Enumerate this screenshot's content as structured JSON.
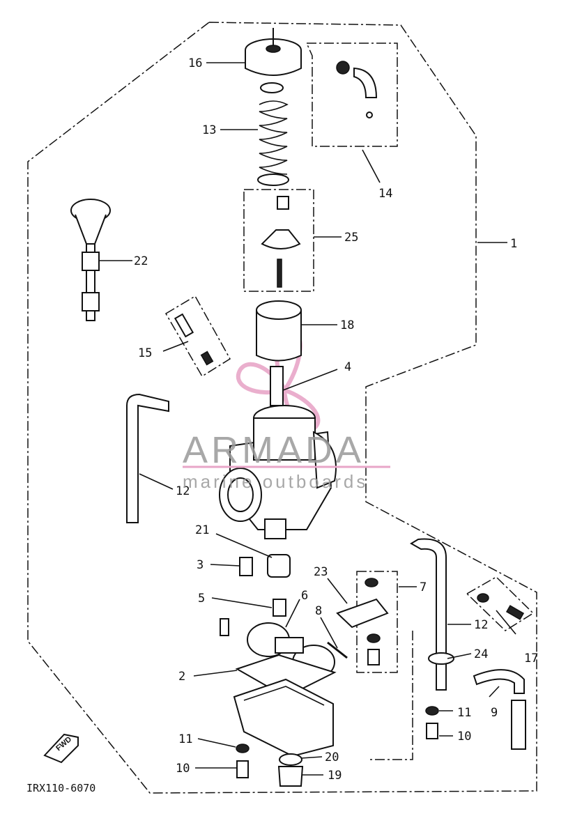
{
  "drawing_code": "IRX110-6070",
  "fwd_label": "FWD",
  "watermark": {
    "brand": "ARMADA",
    "tagline": "marine outboards",
    "accent_color": "#e8a6c8"
  },
  "callouts": [
    {
      "id": "c16",
      "text": "16"
    },
    {
      "id": "c13",
      "text": "13"
    },
    {
      "id": "c14",
      "text": "14"
    },
    {
      "id": "c25",
      "text": "25"
    },
    {
      "id": "c1",
      "text": "1"
    },
    {
      "id": "c22",
      "text": "22"
    },
    {
      "id": "c18",
      "text": "18"
    },
    {
      "id": "c15",
      "text": "15"
    },
    {
      "id": "c4",
      "text": "4"
    },
    {
      "id": "c12a",
      "text": "12"
    },
    {
      "id": "c21",
      "text": "21"
    },
    {
      "id": "c3",
      "text": "3"
    },
    {
      "id": "c23",
      "text": "23"
    },
    {
      "id": "c7",
      "text": "7"
    },
    {
      "id": "c5",
      "text": "5"
    },
    {
      "id": "c6",
      "text": "6"
    },
    {
      "id": "c8",
      "text": "8"
    },
    {
      "id": "c12b",
      "text": "12"
    },
    {
      "id": "c24",
      "text": "24"
    },
    {
      "id": "c17",
      "text": "17"
    },
    {
      "id": "c2",
      "text": "2"
    },
    {
      "id": "c11a",
      "text": "11"
    },
    {
      "id": "c9",
      "text": "9"
    },
    {
      "id": "c11b",
      "text": "11"
    },
    {
      "id": "c10a",
      "text": "10"
    },
    {
      "id": "c20",
      "text": "20"
    },
    {
      "id": "c10b",
      "text": "10"
    },
    {
      "id": "c19",
      "text": "19"
    }
  ]
}
